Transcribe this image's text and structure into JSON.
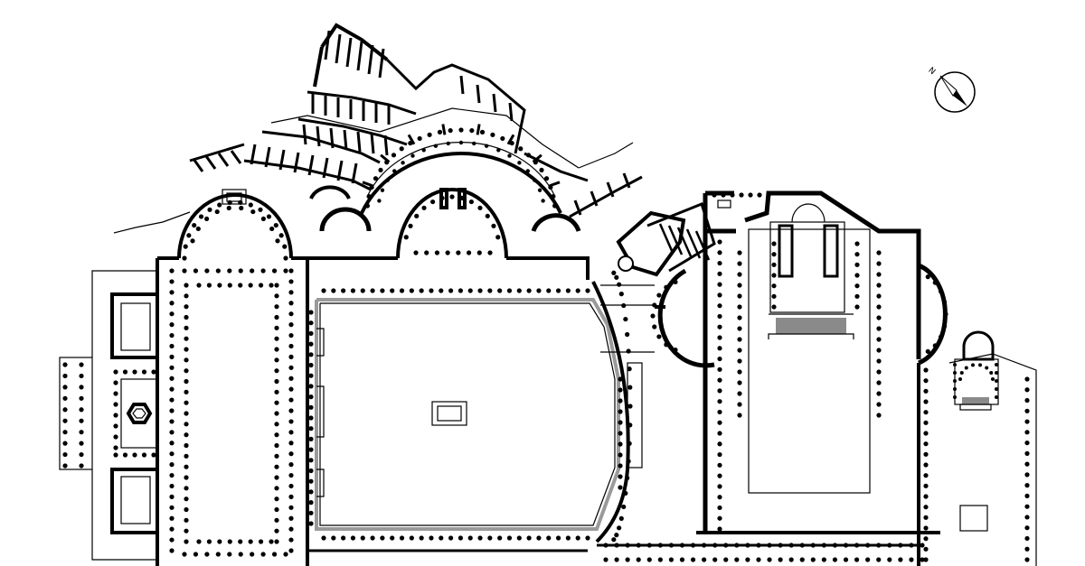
{
  "drawing": {
    "kind": "architectural-floor-plan",
    "style": "black-and-white line drawing with colonnades drawn as dot rows",
    "colors": {
      "ink": "#000000",
      "paper": "#ffffff",
      "fill_gray": "#8a8a8a",
      "double_line": "#9a9a9a"
    }
  },
  "north_arrow": {
    "icon": "compass-north-arrow-icon",
    "label": "N"
  }
}
